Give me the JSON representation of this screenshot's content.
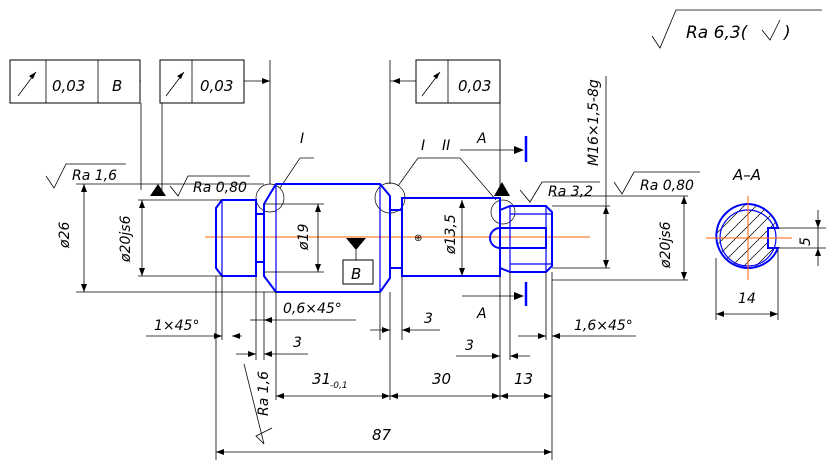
{
  "roughness": {
    "general": "Ra 6,3(",
    "general_close": ")",
    "ra16_left": "Ra 1,6",
    "ra080_left": "Ra 0,80",
    "ra32": "Ra 3,2",
    "ra080_right": "Ra 0,80",
    "ra16_bottom": "Ra 1,6"
  },
  "tolerance_frames": [
    {
      "value": "0,03",
      "datum": "B"
    },
    {
      "value": "0,03",
      "datum": ""
    },
    {
      "value": "0,03",
      "datum": ""
    }
  ],
  "datum": {
    "label": "B"
  },
  "section": {
    "cut_label": "A",
    "view_title": "A–A",
    "width": "14",
    "key": "5"
  },
  "detail_marks": {
    "one": "I",
    "one_b": "I",
    "two": "II"
  },
  "diameters": {
    "d26": "ø26",
    "d20_left": "ø20js6",
    "d19": "ø19",
    "d13_5": "ø13,5",
    "d20_right": "ø20js6",
    "thread": "M16×1,5-8g"
  },
  "chamfers": {
    "c1": "1×45°",
    "c06": "0,6×45°",
    "c16": "1,6×45°"
  },
  "lengths": {
    "l3a": "3",
    "l3b": "3",
    "l3c": "3",
    "l31": "31",
    "l31_tol": "-0,1",
    "l30": "30",
    "l13": "13",
    "l87": "87"
  }
}
